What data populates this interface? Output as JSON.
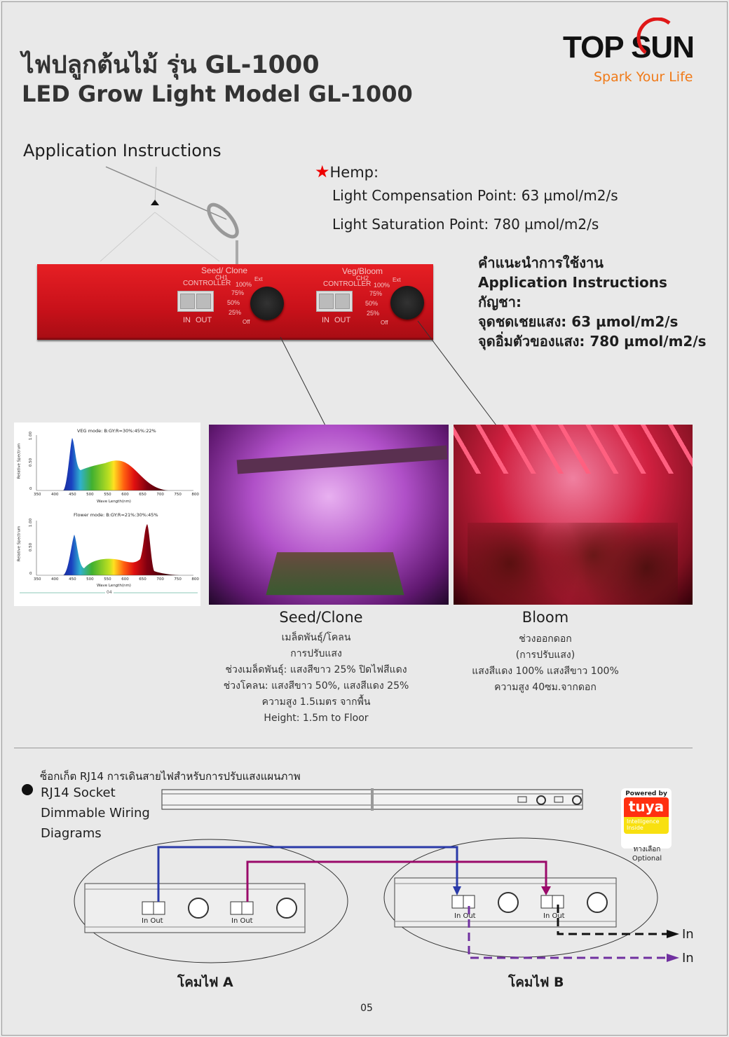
{
  "header": {
    "title_th": "ไฟปลูกต้นไม้ รุ่น GL-1000",
    "title_en": "LED Grow Light Model GL-1000",
    "logo_text": "TOP SUN",
    "logo_tagline": "Spark Your Life"
  },
  "section_title": "Application Instructions",
  "hemp": {
    "label": "Hemp:",
    "compensation": "Light Compensation Point: 63 µmol/m2/s",
    "saturation": "Light Saturation Point: 780 µmol/m2/s"
  },
  "thai_instructions": [
    "คำแนะนำการใช้งาน",
    "Application Instructions",
    "กัญชา:",
    "จุดชดเชยแสง: 63 µmol/m2/s",
    "จุดอิ่มตัวของแสง: 780 µmol/m2/s"
  ],
  "fixture": {
    "channels": [
      {
        "name": "Seed/ Clone",
        "ch": "CH1",
        "controller": "CONTROLLER",
        "in": "IN",
        "out": "OUT"
      },
      {
        "name": "Veg/Bloom",
        "ch": "CH2",
        "controller": "CONTROLLER",
        "in": "IN",
        "out": "OUT"
      }
    ],
    "dial_levels": [
      "Ext",
      "100%",
      "75%",
      "50%",
      "25%",
      "Off"
    ]
  },
  "spectrum": {
    "veg_title": "VEG mode: B:GY:R=30%:45%:22%",
    "flower_title": "Flower mode: B:GY:R=21%:30%:45%",
    "ylabel": "Relative Spectrum",
    "xlabel": "Wave Length(nm)",
    "yticks": [
      "0",
      "0.50",
      "1.00"
    ],
    "xticks": [
      "350",
      "400",
      "450",
      "500",
      "550",
      "600",
      "650",
      "700",
      "750",
      "800"
    ],
    "page": "04"
  },
  "seed": {
    "title": "Seed/Clone",
    "lines": [
      "เมล็ดพันธุ์/โคลน",
      "การปรับแสง",
      "ช่วงเมล็ดพันธุ์: แสงสีขาว 25% ปิดไฟสีแดง",
      "ช่วงโคลน: แสงสีขาว 50%, แสงสีแดง 25%",
      "ความสูง 1.5เมตร จากพื้น",
      "Height: 1.5m to Floor"
    ]
  },
  "bloom": {
    "title": "Bloom",
    "lines": [
      "ช่วงออกดอก",
      "(การปรับแสง)",
      "แสงสีแดง 100% แสงสีขาว 100%",
      "ความสูง 40ซม.จากดอก"
    ]
  },
  "wiring": {
    "title_th": "ซ็อกเก็ต RJ14 การเดินสายไฟสำหรับการปรับแสงแผนภาพ",
    "lines": [
      "RJ14 Socket",
      "Dimmable Wiring",
      "Diagrams"
    ],
    "port_label": "In Out",
    "lamp_a": "โคมไฟ A",
    "lamp_b": "โคมไฟ B",
    "in_label": "In",
    "colors": {
      "blue": "#2a3aa8",
      "magenta": "#9a0a6a",
      "purple": "#7030a0",
      "black": "#111111"
    }
  },
  "tuya": {
    "powered": "Powered by",
    "brand": "tuya",
    "intel": "Intelligence Inside",
    "optional_th": "ทางเลือก",
    "optional_en": "Optional"
  },
  "page_number": "05"
}
